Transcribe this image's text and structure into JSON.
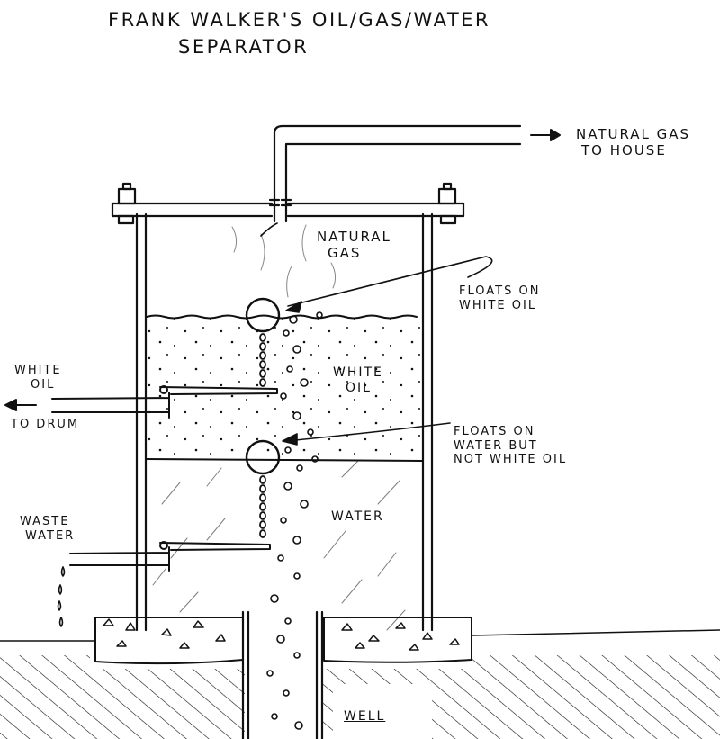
{
  "title": {
    "line1": "Frank Walker's  Oil/Gas/Water",
    "line2": "Separator"
  },
  "labels": {
    "gas_outlet": {
      "line1": "Natural Gas",
      "line2": "To House"
    },
    "gas_zone": {
      "line1": "Natural",
      "line2": "Gas"
    },
    "upper_float_note": {
      "line1": "Floats on",
      "line2": "White Oil"
    },
    "oil_zone": {
      "line1": "White",
      "line2": "Oil"
    },
    "oil_outlet": {
      "line1": "White",
      "line2": "Oil",
      "line3": "To Drum"
    },
    "lower_float_note": {
      "line1": "Floats on",
      "line2": "Water but",
      "line3": "Not White Oil"
    },
    "water_zone": "Water",
    "water_outlet": {
      "line1": "Waste",
      "line2": "Water"
    },
    "well": "Well"
  },
  "icons": {
    "gas_arrow": "arrow-right-icon",
    "oil_arrow": "arrow-left-icon",
    "float": "ball-float-icon",
    "drip": "water-drop-icon"
  },
  "colors": {
    "ink": "#111111",
    "paper": "#ffffff"
  }
}
